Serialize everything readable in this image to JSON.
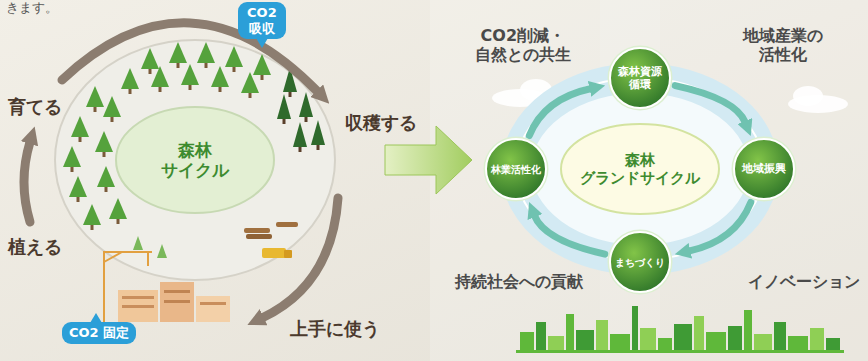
{
  "diagram": {
    "nodes": [
      {
        "text": [
          "CO2 吸収"
        ]
      },
      {
        "text": [
          "森林 サイクル"
        ]
      },
      {
        "text": [
          "CO2 固定"
        ]
      },
      {
        "text": [
          "森林 グランドサイクル"
        ]
      },
      {
        "text": [
          "森林資源 循環"
        ]
      },
      {
        "text": [
          "地域振興"
        ]
      },
      {
        "text": [
          "まちづくり"
        ]
      },
      {
        "text": [
          "林業活性化"
        ]
      }
    ],
    "edges": [
      {
        "from": 1,
        "to": 3,
        "arrow": "to"
      },
      {
        "from": 4,
        "to": 5,
        "arrow": "to"
      },
      {
        "from": 5,
        "to": 6,
        "arrow": "to"
      },
      {
        "from": 6,
        "to": 7,
        "arrow": "to"
      },
      {
        "from": 7,
        "to": 4,
        "arrow": "to"
      }
    ],
    "labels": [
      "きます。",
      "育てる",
      "収穫する",
      "CO2削減・ 自然との共生",
      "地域産業の 活性化",
      "植える",
      "持続社会への貢献",
      "イノベーション",
      "上手に使う"
    ]
  }
}
